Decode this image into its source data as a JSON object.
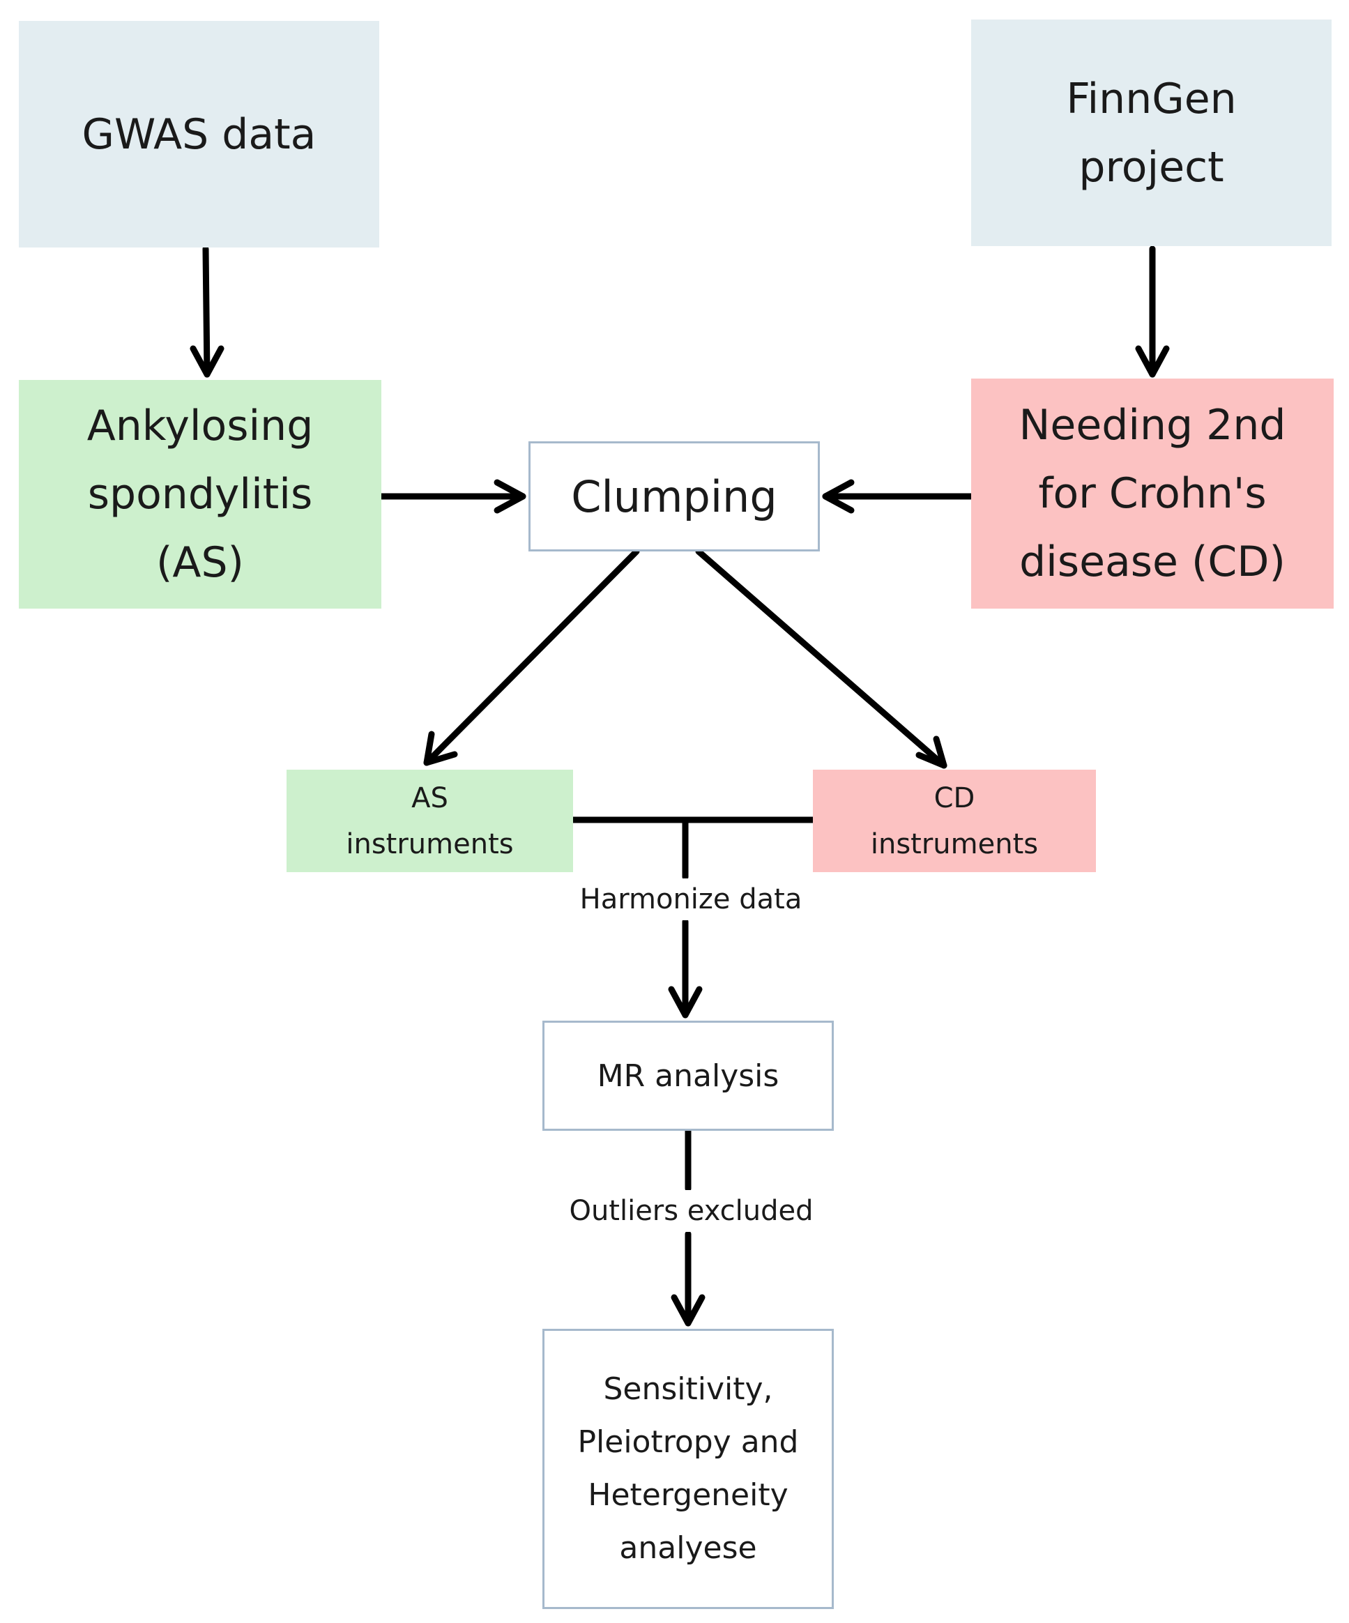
{
  "colors": {
    "source_fill": "#e3edf1",
    "as_fill": "#cdf0cd",
    "cd_fill": "#fcc2c2",
    "process_border": "#a6b9cc",
    "arrow": "#000000"
  },
  "nodes": {
    "gwas": {
      "lines": [
        "GWAS data"
      ]
    },
    "finngen": {
      "lines": [
        "FinnGen",
        "project"
      ]
    },
    "as": {
      "lines": [
        "Ankylosing",
        "spondylitis",
        "(AS)"
      ]
    },
    "cd": {
      "lines": [
        "Needing 2nd",
        "for Crohn's",
        "disease (CD)"
      ]
    },
    "clumping": {
      "lines": [
        "Clumping"
      ]
    },
    "as_instruments": {
      "lines": [
        "AS",
        "instruments"
      ]
    },
    "cd_instruments": {
      "lines": [
        "CD",
        "instruments"
      ]
    },
    "mr_analysis": {
      "lines": [
        "MR analysis"
      ]
    },
    "sensitivity": {
      "lines": [
        "Sensitivity,",
        "Pleiotropy and",
        "Hetergeneity",
        "analyese"
      ]
    }
  },
  "edge_labels": {
    "harmonize": "Harmonize data",
    "outliers": "Outliers excluded"
  }
}
